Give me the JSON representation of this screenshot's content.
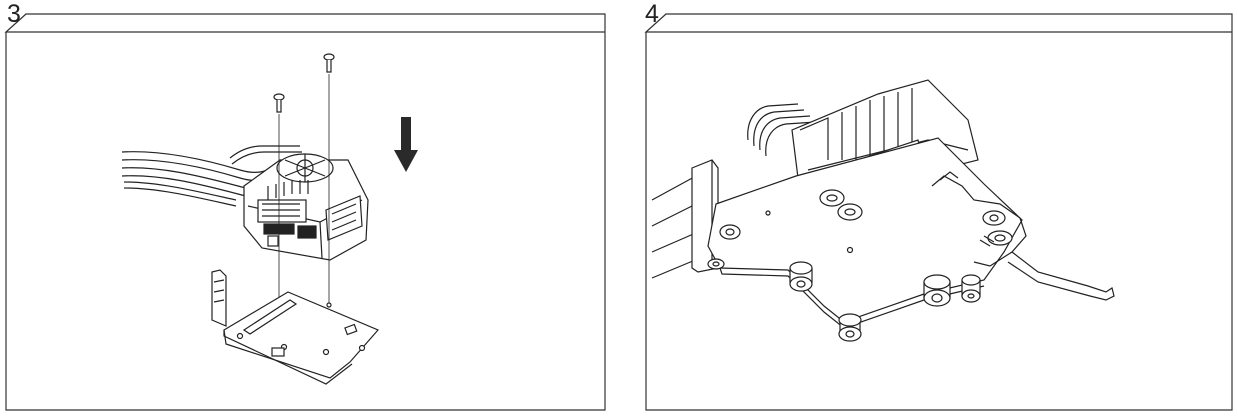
{
  "steps": [
    {
      "number": "3",
      "illustration": "esc-mounting-screws-onto-tray"
    },
    {
      "number": "4",
      "illustration": "esc-mounted-underside-view"
    }
  ],
  "colors": {
    "line": "#222222",
    "frame": "#333333",
    "arrow": "#2a2a2a",
    "background": "#ffffff"
  }
}
